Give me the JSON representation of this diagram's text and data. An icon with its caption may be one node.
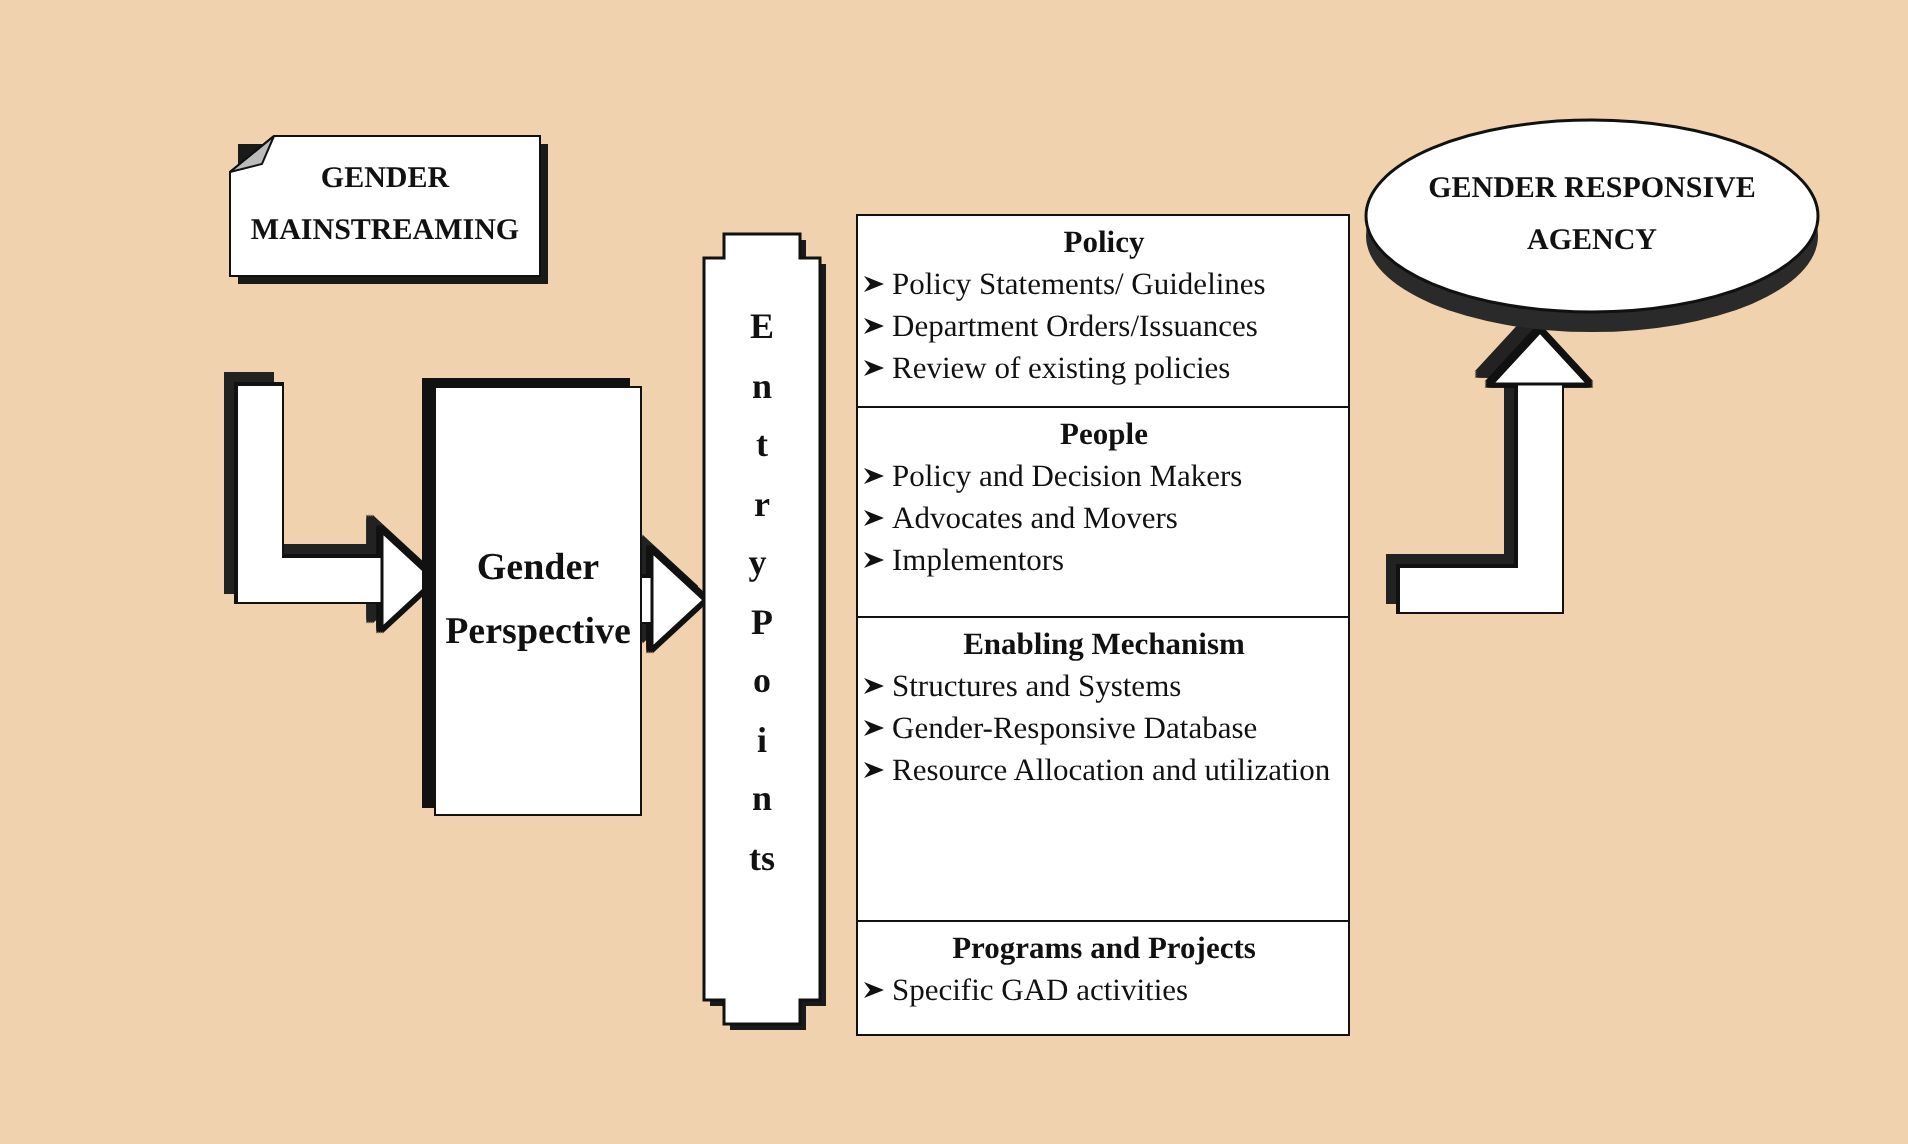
{
  "diagram": {
    "nodes": [
      {
        "text": [
          "GENDER MAINSTREAMING"
        ]
      },
      {
        "text": [
          "Gender Perspective"
        ]
      },
      {
        "text": [
          "Entry Points"
        ]
      },
      {
        "text": [],
        "shape": "box"
      },
      {
        "text": [
          "Policy",
          "Policy Statements/ Guidelines",
          "Department Orders/Issuances",
          "Review of existing policies"
        ],
        "in": 3
      },
      {
        "text": [
          "People",
          "Policy and Decision Makers",
          "Advocates and Movers",
          "Implementors"
        ],
        "in": 3
      },
      {
        "text": [
          "Enabling Mechanism",
          "Structures and Systems",
          "Gender-Responsive Database",
          "Resource Allocation and utilization"
        ],
        "in": 3
      },
      {
        "text": [
          "Programs and Projects",
          "Specific GAD activities"
        ],
        "in": 3
      },
      {
        "text": [
          "GENDER RESPONSIVE AGENCY"
        ]
      }
    ],
    "edges": [
      {
        "from": null,
        "to": 1,
        "arrow": "to"
      },
      {
        "from": 1,
        "to": 2,
        "arrow": "to"
      },
      {
        "from": null,
        "to": 8,
        "arrow": "to"
      }
    ]
  }
}
